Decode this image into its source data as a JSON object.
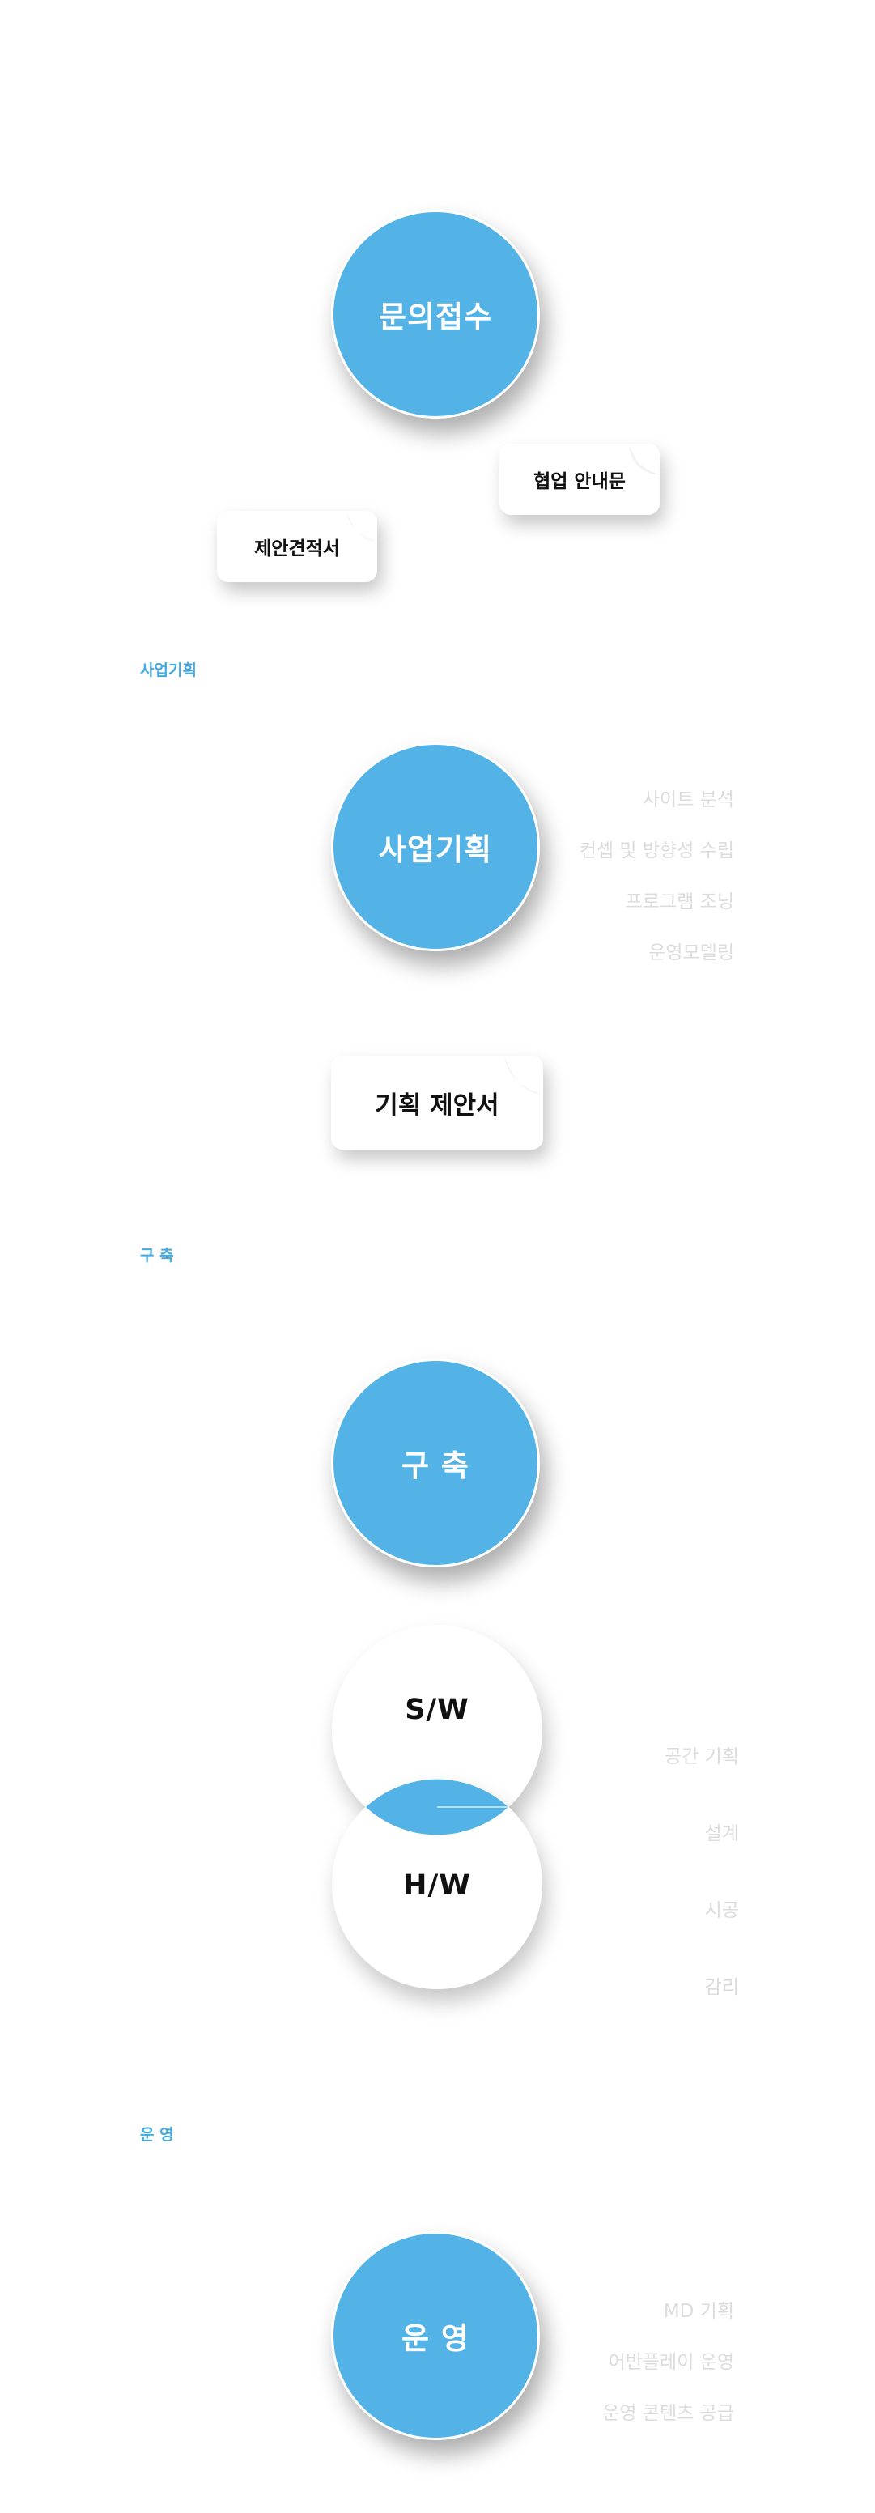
{
  "steps": {
    "inquiry": {
      "circle_label": "문의접수",
      "doc_cooperation": "협업 안내문",
      "doc_proposal_quote": "제안견적서"
    },
    "planning": {
      "section_label": "사업기획",
      "circle_label": "사업기획",
      "tasks": [
        "사이트 분석",
        "컨셉 및 방향성 수립",
        "프로그램 조닝",
        "운영모델링"
      ],
      "doc_label": "기획 제안서"
    },
    "construction": {
      "section_label": "구 축",
      "circle_label": "구 축",
      "sw_label": "S/W",
      "hw_label": "H/W",
      "tasks": [
        "공간 기획",
        "설계",
        "시공",
        "감리"
      ]
    },
    "operation": {
      "section_label": "운 영",
      "circle_label": "운 영",
      "tasks": [
        "MD 기획",
        "어반플레이 운영",
        "운영 콘텐츠 공급"
      ]
    }
  },
  "colors": {
    "accent": "#53b3e6",
    "label_blue": "#45a9de",
    "muted_text": "#dcdcdc"
  }
}
